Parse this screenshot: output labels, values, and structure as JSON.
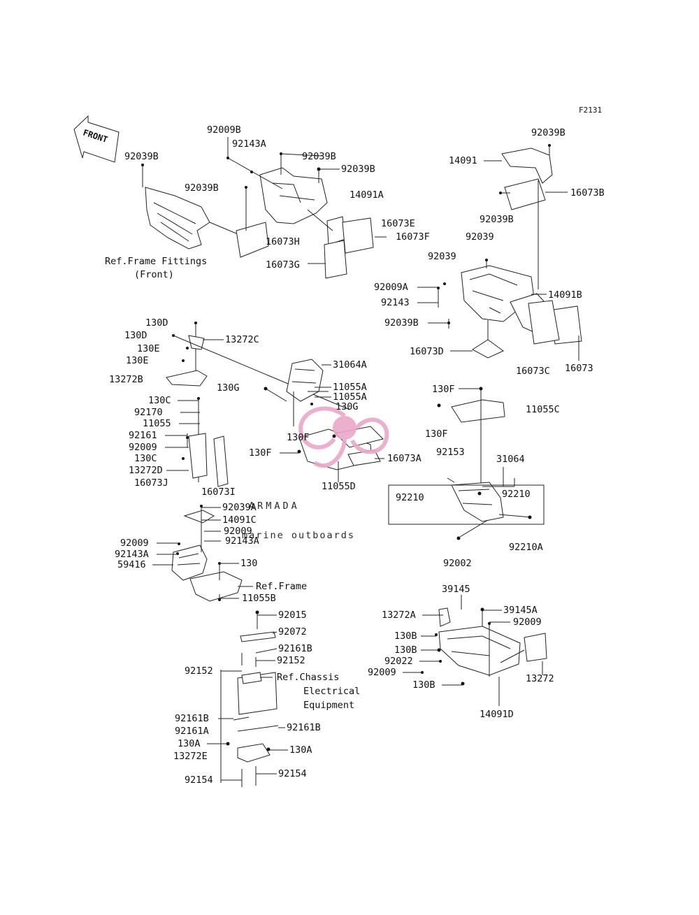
{
  "figure_id": "F2131",
  "front_label": "FRONT",
  "watermark": {
    "brand": "ARMADA",
    "tagline": "marine outboards",
    "brand_color": "#9a9a9a",
    "logo_color": "#e8a8c8"
  },
  "labels": {
    "p92009B_a": "92009B",
    "p92143A_a": "92143A",
    "p92039B_a": "92039B",
    "p92039B_b": "92039B",
    "p92039B_c": "92039B",
    "p92039B_d": "92039B",
    "p14091A": "14091A",
    "p16073E": "16073E",
    "p16073F": "16073F",
    "p16073H": "16073H",
    "p16073G": "16073G",
    "ref_frame_fittings": "Ref.Frame Fittings",
    "ref_frame_fittings_2": "(Front)",
    "p92039B_e": "92039B",
    "p14091": "14091",
    "p16073B": "16073B",
    "p92039B_f": "92039B",
    "p92039_a": "92039",
    "p92039_b": "92039",
    "p92009A": "92009A",
    "p92143": "92143",
    "p14091B": "14091B",
    "p92039B_g": "92039B",
    "p16073D": "16073D",
    "p16073C": "16073C",
    "p16073": "16073",
    "p130D_a": "130D",
    "p130D_b": "130D",
    "p13272C": "13272C",
    "p130E_a": "130E",
    "p130E_b": "130E",
    "p13272B": "13272B",
    "p31064A": "31064A",
    "p130G_a": "130G",
    "p11055A_a": "11055A",
    "p11055A_b": "11055A",
    "p130G_b": "130G",
    "p130C_a": "130C",
    "p92170": "92170",
    "p11055": "11055",
    "p92161": "92161",
    "p92009_a": "92009",
    "p130C_b": "130C",
    "p13272D": "13272D",
    "p16073J": "16073J",
    "p16073I": "16073I",
    "p130F_a": "130F",
    "p130F_b": "130F",
    "p16073A": "16073A",
    "p11055D": "11055D",
    "p130F_c": "130F",
    "p11055C": "11055C",
    "p130F_d": "130F",
    "p92153": "92153",
    "p31064": "31064",
    "p92210_a": "92210",
    "p92210_b": "92210",
    "p92210A": "92210A",
    "p92002": "92002",
    "p92039A": "92039A",
    "p14091C": "14091C",
    "p92009_b": "92009",
    "p92143A_b": "92143A",
    "p92009_c": "92009",
    "p92143A_c": "92143A",
    "p59416": "59416",
    "p130": "130",
    "ref_frame": "Ref.Frame",
    "p11055B": "11055B",
    "p92015": "92015",
    "p92072": "92072",
    "p92161B_a": "92161B",
    "p92152_a": "92152",
    "p92152_b": "92152",
    "ref_chassis_1": "Ref.Chassis",
    "ref_chassis_2": "Electrical",
    "ref_chassis_3": "Equipment",
    "p92161B_b": "92161B",
    "p92161A": "92161A",
    "p92161B_c": "92161B",
    "p130A_a": "130A",
    "p130A_b": "130A",
    "p13272E": "13272E",
    "p92154_a": "92154",
    "p92154_b": "92154",
    "p39145": "39145",
    "p39145A": "39145A",
    "p13272A": "13272A",
    "p92009_d": "92009",
    "p130B_a": "130B",
    "p130B_b": "130B",
    "p92022": "92022",
    "p92009_e": "92009",
    "p130B_c": "130B",
    "p13272": "13272",
    "p14091D": "14091D"
  }
}
